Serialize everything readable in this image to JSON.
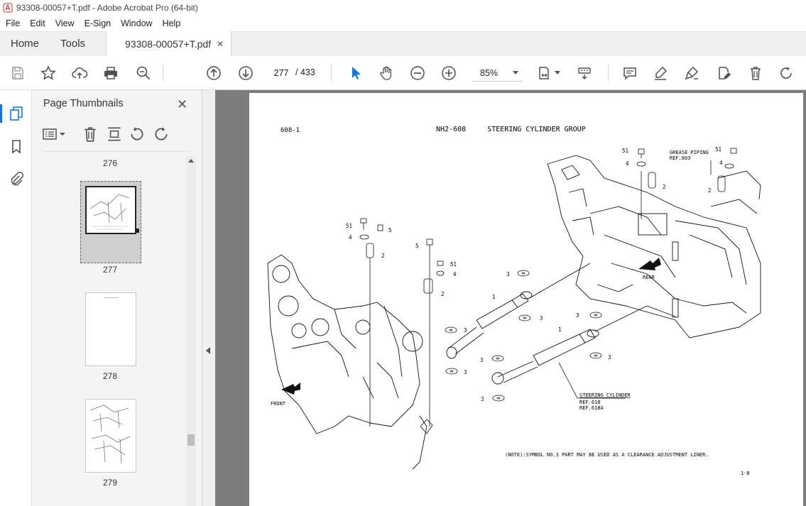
{
  "window": {
    "title": "93308-00057+T.pdf - Adobe Acrobat Pro (64-bit)"
  },
  "menu": [
    "File",
    "Edit",
    "View",
    "E-Sign",
    "Window",
    "Help"
  ],
  "tabs": {
    "home": "Home",
    "tools": "Tools",
    "document": "93308-00057+T.pdf",
    "close_glyph": "✕"
  },
  "toolbar": {
    "current_page": "277",
    "page_total": "/ 433",
    "zoom": "85%"
  },
  "thumbnails_panel": {
    "title": "Page Thumbnails",
    "close_glyph": "✕",
    "pages": [
      "276",
      "277",
      "278",
      "279"
    ]
  },
  "document_page": {
    "ref": "608-1",
    "title": "NH2-608     STEERING CYLINDER GROUP",
    "labels": {
      "grease": "GREASE PIPING",
      "grease_ref": "REF.803",
      "rear": "REAR",
      "front": "FRONT",
      "cyl": "STEERING CYLINDER",
      "cyl_ref1": "REF.618",
      "cyl_ref2": "REF.618A",
      "n51": "51",
      "n4": "4",
      "n2": "2",
      "n5": "5",
      "n3": "3",
      "n1": "1"
    },
    "note": "(NOTE):SYMBOL NO.3 PART MAY BE USED AS A CLEARANCE ADJUSTMENT LINER.",
    "page_no": "1-8"
  },
  "colors": {
    "accent_blue": "#1473e6",
    "icon_gray": "#505050",
    "doc_background": "#7d7d7d"
  }
}
